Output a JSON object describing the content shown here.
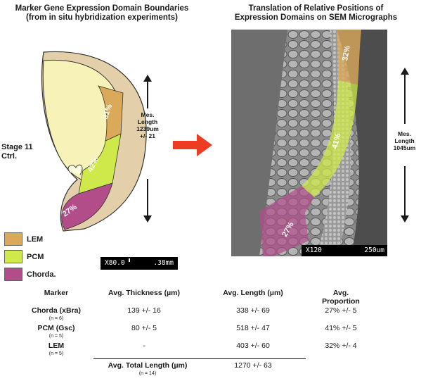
{
  "left_panel": {
    "title_line1": "Marker Gene Expression Domain Boundaries",
    "title_line2": "(from in situ hybridization experiments)",
    "stage_line1": "Stage 11",
    "stage_line2": "Ctrl.",
    "measure": {
      "line1": "Mes.",
      "line2": "Length",
      "line3": "1239um",
      "line4": "+/- 21"
    },
    "domain_labels": {
      "lem": "31%",
      "pcm": "42%",
      "chorda": "27%"
    },
    "scale_bar": {
      "value": "X80.0",
      "unit": ".38mm"
    }
  },
  "right_panel": {
    "title_line1": "Translation of Relative Positions of",
    "title_line2": "Expression Domains on SEM Micrographs",
    "measure": {
      "line1": "Mes.",
      "line2": "Length",
      "line3": "1045um"
    },
    "domain_labels": {
      "lem": "32%",
      "pcm": "41%",
      "chorda": "27%"
    },
    "scale_bar": {
      "value": "X120",
      "unit": "250um"
    }
  },
  "legend": [
    {
      "label": "LEM",
      "color": "#dba95a"
    },
    {
      "label": "PCM",
      "color": "#cfe84a"
    },
    {
      "label": "Chorda.",
      "color": "#b24d8a"
    }
  ],
  "colors": {
    "lem": "#dba95a",
    "pcm": "#cfe84a",
    "chorda": "#b24d8a",
    "arrow": "#ee3b23",
    "embryo_fill": "#f7f3b8",
    "embryo_rim": "#e3cfaa"
  },
  "table": {
    "headers": {
      "marker": "Marker",
      "thickness": "Avg. Thickness (µm)",
      "length": "Avg. Length (µm)",
      "proportion_line1": "Avg.",
      "proportion_line2": "Proportion"
    },
    "rows": [
      {
        "marker": "Chorda (xBra)",
        "n": "(n = 6)",
        "thickness": "139 +/- 16",
        "length": "338 +/- 69",
        "proportion": "27% +/- 5"
      },
      {
        "marker": "PCM (Gsc)",
        "n": "(n = 5)",
        "thickness": "80 +/- 5",
        "length": "518 +/- 47",
        "proportion": "41% +/- 5"
      },
      {
        "marker": "LEM",
        "n": "(n = 5)",
        "thickness": "-",
        "length": "403 +/- 60",
        "proportion": "32% +/- 4"
      }
    ],
    "total": {
      "label": "Avg. Total Length (µm)",
      "n": "(n = 14)",
      "value": "1270 +/- 63"
    }
  }
}
